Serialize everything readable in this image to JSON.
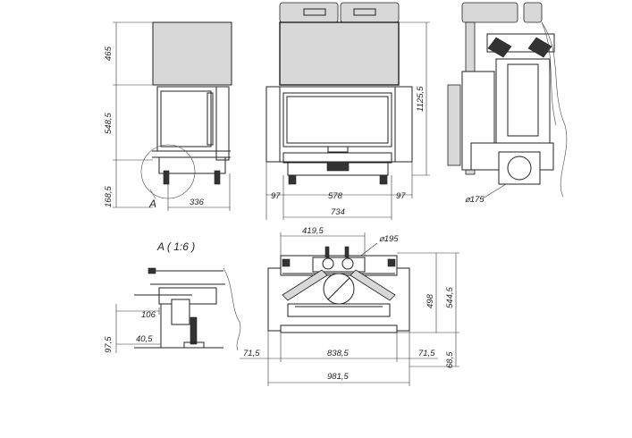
{
  "labels": {
    "side_top_height": "465",
    "side_mid_height": "548,5",
    "side_base_height": "168,5",
    "side_depth": "336",
    "detail_marker": "A",
    "front_total_height": "1125,5",
    "front_left_side": "97",
    "front_center_width": "578",
    "front_right_side": "97",
    "front_total_width": "734",
    "right_flue_diameter": "⌀175",
    "detail_title": "A ( 1:6 )",
    "detail_offset_h": "106",
    "detail_offset_low": "40,5",
    "detail_height": "97,5",
    "top_offset": "419,5",
    "top_flue_diameter": "⌀195",
    "top_depth_inner": "498",
    "top_depth_outer": "544,5",
    "top_front_depth": "68,5",
    "top_left_margin": "71,5",
    "top_inner_width": "838,5",
    "top_right_margin": "71,5",
    "top_total_width": "981,5"
  }
}
